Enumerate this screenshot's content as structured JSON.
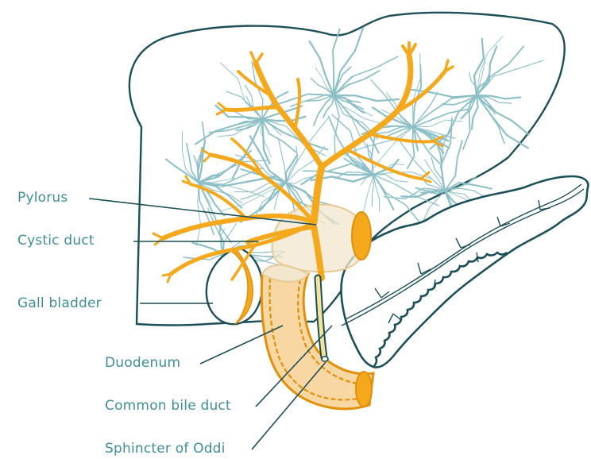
{
  "diagram": {
    "labels": {
      "pylorus": "Pylorus",
      "cystic_duct": "Cystic duct",
      "gall_bladder": "Gall bladder",
      "duodenum": "Duodenum",
      "common_bile_duct": "Common bile duct",
      "sphincter_of_oddi": "Sphincter of Oddi"
    },
    "colors": {
      "outline": "#1c4f57",
      "vessels": "#8cc0c6",
      "bile_duct": "#f4a81c",
      "bile_duct_edge": "#e0900a",
      "duodenum_fill": "#f9d7a2",
      "label_text": "#3f8e97",
      "pylorus_fill": "#f2e6cc"
    }
  }
}
